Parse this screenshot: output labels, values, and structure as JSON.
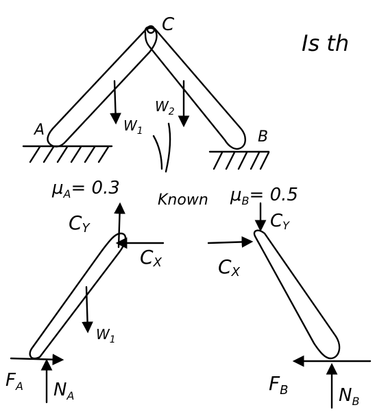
{
  "header": {
    "question": "Is th"
  },
  "frame": {
    "joint_top": "C",
    "support_left": "A",
    "support_right": "B",
    "weight_left": "W",
    "weight_left_sub": "1",
    "weight_right": "W",
    "weight_right_sub": "2",
    "parallel_mark": "||",
    "parallel_note": "Known"
  },
  "friction": {
    "mu_a_symbol": "μ",
    "mu_a_sub": "A",
    "mu_a_value": "= 0.3",
    "mu_b_symbol": "μ",
    "mu_b_sub": "B",
    "mu_b_value": "= 0.5"
  },
  "fbd_left": {
    "cy": "C",
    "cy_sub": "Y",
    "cx": "C",
    "cx_sub": "X",
    "weight": "W",
    "weight_sub": "1",
    "fa": "F",
    "fa_sub": "A",
    "na": "N",
    "na_sub": "A"
  },
  "fbd_right": {
    "cy": "C",
    "cy_sub": "Y",
    "cx": "C",
    "cx_sub": "X",
    "fb": "F",
    "fb_sub": "B",
    "nb": "N",
    "nb_sub": "B"
  }
}
